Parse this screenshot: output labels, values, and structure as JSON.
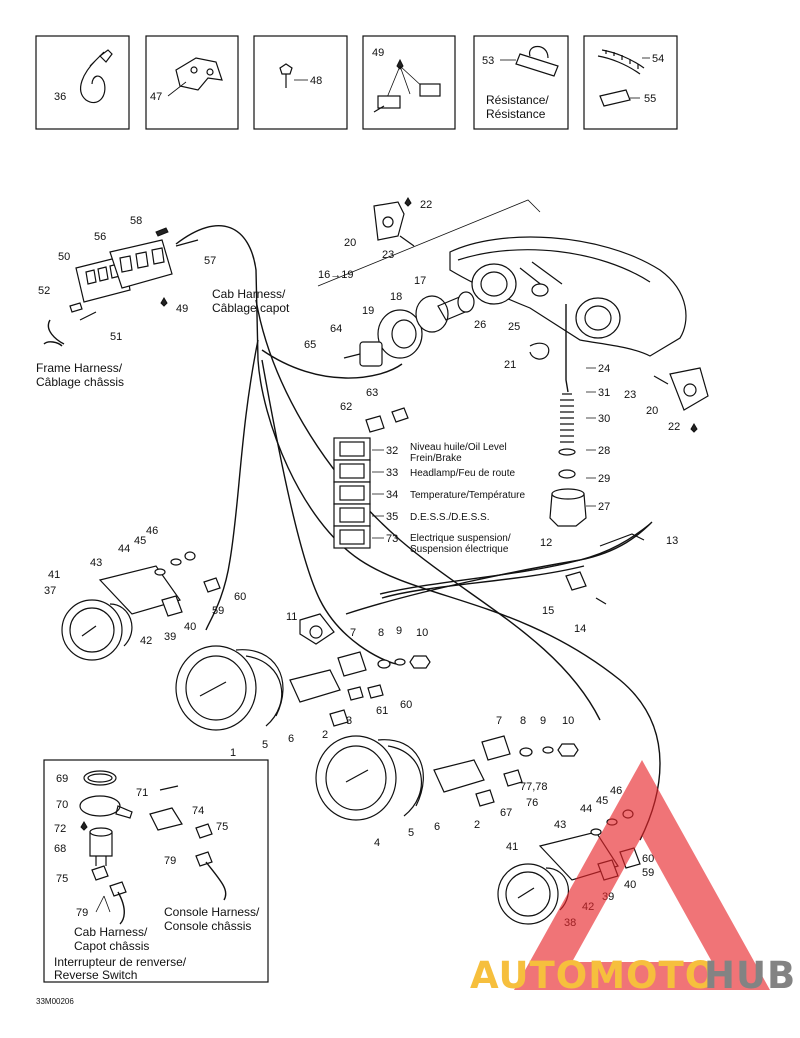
{
  "kits": [
    {
      "num": "36"
    },
    {
      "num": "47"
    },
    {
      "num": "48"
    },
    {
      "num": "49"
    },
    {
      "num": "53",
      "caption_1": "Résistance/",
      "caption_2": "Résistance"
    },
    {
      "num": "54",
      "num_2": "55"
    }
  ],
  "labels": {
    "cab_harness_1": "Cab Harness/",
    "cab_harness_2": "Câblage capot",
    "frame_harness_1": "Frame Harness/",
    "frame_harness_2": "Câblage châssis",
    "range_16_19": "16→19",
    "console_harness_1": "Console Harness/",
    "console_harness_2": "Console châssis",
    "cab_harness_b_1": "Cab Harness/",
    "cab_harness_b_2": "Capot châssis",
    "reverse_switch_1": "Interrupteur de renverse/",
    "reverse_switch_2": "Reverse Switch"
  },
  "indicators": [
    {
      "num": "32",
      "text_1": "Niveau huile/Oil Level",
      "text_2": "Frein/Brake"
    },
    {
      "num": "33",
      "text_1": "Headlamp/Feu de route"
    },
    {
      "num": "34",
      "text_1": "Temperature/Température"
    },
    {
      "num": "35",
      "text_1": "D.E.S.S./D.E.S.S."
    },
    {
      "num": "73",
      "text_1": "Electrique suspension/",
      "text_2": "Suspension électrique"
    }
  ],
  "callouts": {
    "n1": "1",
    "n2a": "2",
    "n2b": "2",
    "n3": "3",
    "n4": "4",
    "n5a": "5",
    "n5b": "5",
    "n6a": "6",
    "n6b": "6",
    "n7a": "7",
    "n7b": "7",
    "n8a": "8",
    "n8b": "8",
    "n9a": "9",
    "n9b": "9",
    "n10a": "10",
    "n10b": "10",
    "n11": "11",
    "n12": "12",
    "n13": "13",
    "n14": "14",
    "n15": "15",
    "n17": "17",
    "n18": "18",
    "n19": "19",
    "n20a": "20",
    "n20b": "20",
    "n21": "21",
    "n22a": "22",
    "n22b": "22",
    "n23a": "23",
    "n23b": "23",
    "n24": "24",
    "n25": "25",
    "n26": "26",
    "n27": "27",
    "n28": "28",
    "n29": "29",
    "n30": "30",
    "n31": "31",
    "n37": "37",
    "n38": "38",
    "n39a": "39",
    "n39b": "39",
    "n40a": "40",
    "n40b": "40",
    "n41a": "41",
    "n41b": "41",
    "n42a": "42",
    "n42b": "42",
    "n43a": "43",
    "n43b": "43",
    "n44a": "44",
    "n44b": "44",
    "n45a": "45",
    "n45b": "45",
    "n46a": "46",
    "n46b": "46",
    "n49": "49",
    "n50": "50",
    "n51": "51",
    "n52": "52",
    "n56": "56",
    "n57": "57",
    "n58": "58",
    "n59a": "59",
    "n59b": "59",
    "n60a": "60",
    "n60b": "60",
    "n60c": "60",
    "n61": "61",
    "n62": "62",
    "n63": "63",
    "n64": "64",
    "n65": "65",
    "n67": "67",
    "n68": "68",
    "n69": "69",
    "n70": "70",
    "n71": "71",
    "n72": "72",
    "n74": "74",
    "n75a": "75",
    "n75b": "75",
    "n76": "76",
    "n77_78": "77,78",
    "n79a": "79",
    "n79b": "79"
  },
  "doc_code": "33M00206",
  "watermark": {
    "part_1": "AUTOMOTO",
    "part_2": "HUB",
    "color_1": "#f5b51c",
    "color_2": "#6e6e6e",
    "triangle_color": "#e8262b"
  }
}
